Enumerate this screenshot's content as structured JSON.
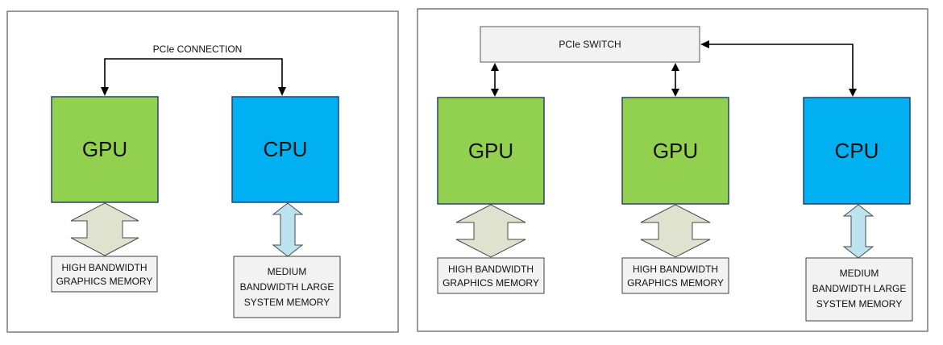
{
  "left_panel": {
    "connection_label": "PCIe CONNECTION",
    "gpu": {
      "label": "GPU",
      "memory_lines": [
        "HIGH BANDWIDTH",
        "GRAPHICS MEMORY"
      ]
    },
    "cpu": {
      "label": "CPU",
      "memory_lines": [
        "MEDIUM",
        "BANDWIDTH LARGE",
        "SYSTEM MEMORY"
      ]
    }
  },
  "right_panel": {
    "switch_label": "PCIe SWITCH",
    "gpu1": {
      "label": "GPU",
      "memory_lines": [
        "HIGH BANDWIDTH",
        "GRAPHICS MEMORY"
      ]
    },
    "gpu2": {
      "label": "GPU",
      "memory_lines": [
        "HIGH BANDWIDTH",
        "GRAPHICS MEMORY"
      ]
    },
    "cpu": {
      "label": "CPU",
      "memory_lines": [
        "MEDIUM",
        "BANDWIDTH LARGE",
        "SYSTEM MEMORY"
      ]
    }
  },
  "colors": {
    "gpu_fill": "#92d050",
    "cpu_fill": "#00b0f0",
    "gpu_memory_arrow": "#dfe2cf",
    "cpu_memory_arrow": "#bde3ee",
    "memory_box": "#f2f2f2"
  }
}
